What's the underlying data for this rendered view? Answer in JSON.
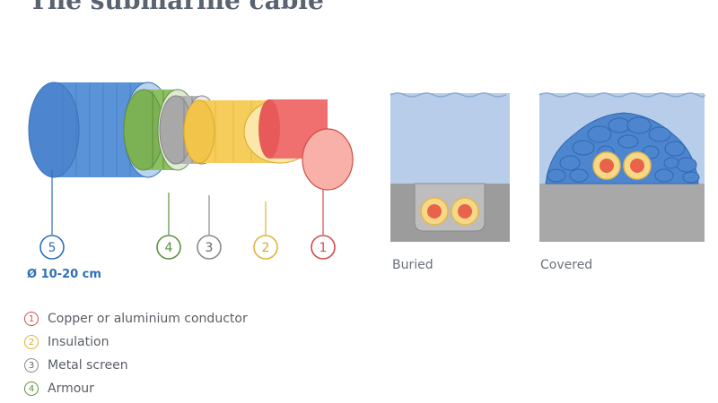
{
  "title": "The submarine cable",
  "diameter_label": "Ø 10-20 cm",
  "callouts": [
    "5",
    "4",
    "3",
    "2",
    "1"
  ],
  "colors": {
    "conductor": "#e85a5a",
    "insulation": "#f2c54a",
    "screen": "#9a9a9a",
    "armour": "#6fa84a",
    "outer": "#4d86cf"
  },
  "panels": [
    {
      "label": "Buried"
    },
    {
      "label": "Covered"
    }
  ],
  "legend": [
    {
      "num": "1",
      "text": "Copper or aluminium conductor"
    },
    {
      "num": "2",
      "text": "Insulation"
    },
    {
      "num": "3",
      "text": "Metal screen"
    },
    {
      "num": "4",
      "text": "Armour"
    }
  ]
}
